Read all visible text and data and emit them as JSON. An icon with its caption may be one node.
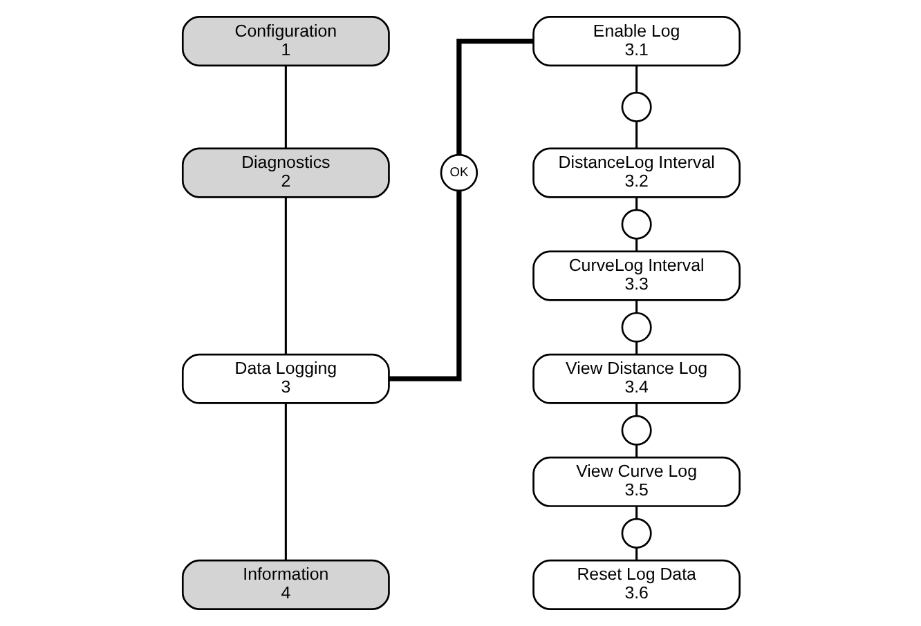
{
  "diagram": {
    "nodes": [
      {
        "text": [
          "Configuration",
          "1"
        ]
      },
      {
        "text": [
          "Diagnostics",
          "2"
        ]
      },
      {
        "text": [
          "Data Logging",
          "3"
        ]
      },
      {
        "text": [
          "Information",
          "4"
        ]
      },
      {
        "text": [
          "OK"
        ]
      },
      {
        "text": [
          "Enable Log",
          "3.1"
        ]
      },
      {
        "text": [],
        "shape": "circle"
      },
      {
        "text": [
          "DistanceLog Interval",
          "3.2"
        ]
      },
      {
        "text": [],
        "shape": "circle"
      },
      {
        "text": [
          "CurveLog Interval",
          "3.3"
        ]
      },
      {
        "text": [],
        "shape": "circle"
      },
      {
        "text": [
          "View Distance Log",
          "3.4"
        ]
      },
      {
        "text": [],
        "shape": "circle"
      },
      {
        "text": [
          "View Curve Log",
          "3.5"
        ]
      },
      {
        "text": [],
        "shape": "circle"
      },
      {
        "text": [
          "Reset Log Data",
          "3.6"
        ]
      }
    ],
    "edges": [
      {
        "from": 0,
        "to": 1,
        "arrow": "none"
      },
      {
        "from": 1,
        "to": 2,
        "arrow": "none"
      },
      {
        "from": 2,
        "to": 3,
        "arrow": "none"
      },
      {
        "from": 2,
        "to": 4,
        "arrow": "none",
        "style": "thick"
      },
      {
        "from": 4,
        "to": 5,
        "arrow": "none",
        "style": "thick"
      },
      {
        "from": 5,
        "to": 6,
        "arrow": "none"
      },
      {
        "from": 6,
        "to": 7,
        "arrow": "none"
      },
      {
        "from": 7,
        "to": 8,
        "arrow": "none"
      },
      {
        "from": 8,
        "to": 9,
        "arrow": "none"
      },
      {
        "from": 9,
        "to": 10,
        "arrow": "none"
      },
      {
        "from": 10,
        "to": 11,
        "arrow": "none"
      },
      {
        "from": 11,
        "to": 12,
        "arrow": "none"
      },
      {
        "from": 12,
        "to": 13,
        "arrow": "none"
      },
      {
        "from": 13,
        "to": 14,
        "arrow": "none"
      },
      {
        "from": 14,
        "to": 15,
        "arrow": "none"
      }
    ]
  }
}
